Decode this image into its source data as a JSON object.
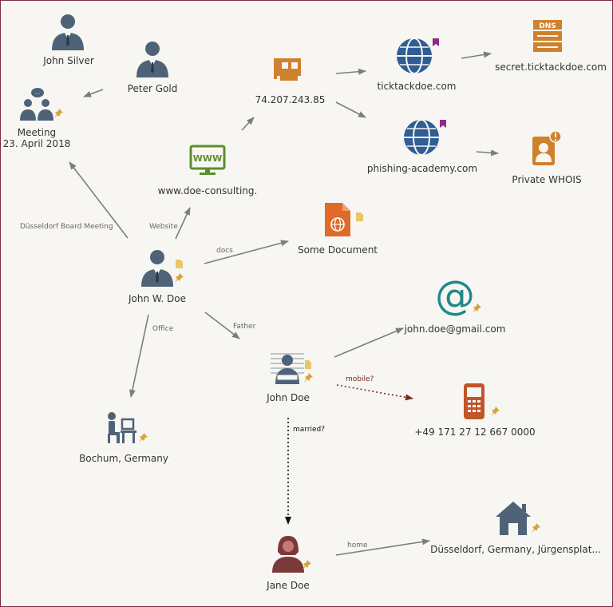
{
  "nodes": {
    "john_silver": {
      "label": "John Silver",
      "icon": "person-icon"
    },
    "peter_gold": {
      "label": "Peter Gold",
      "icon": "person-icon"
    },
    "meeting": {
      "label_line1": "Meeting",
      "label_line2": "23. April 2018",
      "icon": "meeting-icon"
    },
    "ip": {
      "label": "74.207.243.85",
      "icon": "network-card-icon"
    },
    "ticktackdoe": {
      "label": "ticktackdoe.com",
      "icon": "globe-icon"
    },
    "secret": {
      "label": "secret.ticktackdoe.com",
      "icon": "dns-icon",
      "badge": "DNS"
    },
    "phishing": {
      "label": "phishing-academy.com",
      "icon": "globe-icon"
    },
    "whois": {
      "label": "Private WHOIS",
      "icon": "whois-card-icon"
    },
    "website": {
      "label": "www.doe-consulting.",
      "icon": "website-icon",
      "badge": "WWW"
    },
    "document": {
      "label": "Some Document",
      "icon": "document-icon"
    },
    "john_w_doe": {
      "label": "John W. Doe",
      "icon": "person-icon"
    },
    "email": {
      "label": "john.doe@gmail.com",
      "icon": "at-sign-icon",
      "glyph": "@"
    },
    "john_doe": {
      "label": "John Doe",
      "icon": "mugshot-icon"
    },
    "phone": {
      "label": "+49 171 27 12 667 0000",
      "icon": "phone-icon"
    },
    "bochum": {
      "label": "Bochum, Germany",
      "icon": "office-icon"
    },
    "jane_doe": {
      "label": "Jane Doe",
      "icon": "woman-icon"
    },
    "home": {
      "label": "Düsseldorf, Germany, Jürgensplat...",
      "icon": "house-icon"
    }
  },
  "edge_labels": {
    "board_meeting": "Düsseldorf Board Meeting",
    "website": "Website",
    "docs": "docs",
    "office": "Office",
    "father": "Father",
    "mobile": "mobile?",
    "married": "married?",
    "home": "home"
  },
  "colors": {
    "person": "#4e6378",
    "orange": "#d0812e",
    "globe": "#2f5d94",
    "globe_flag": "#8e2b8a",
    "green": "#5a8f2e",
    "doc": "#e06a2a",
    "teal": "#1f8a8a",
    "phone": "#c0562a",
    "woman": "#7a3a3a",
    "edge": "#7d7d7d",
    "edge_dark": "#111111",
    "edge_red": "#7a2a22",
    "pin": "#d6a43c",
    "note": "#e8c66a"
  }
}
